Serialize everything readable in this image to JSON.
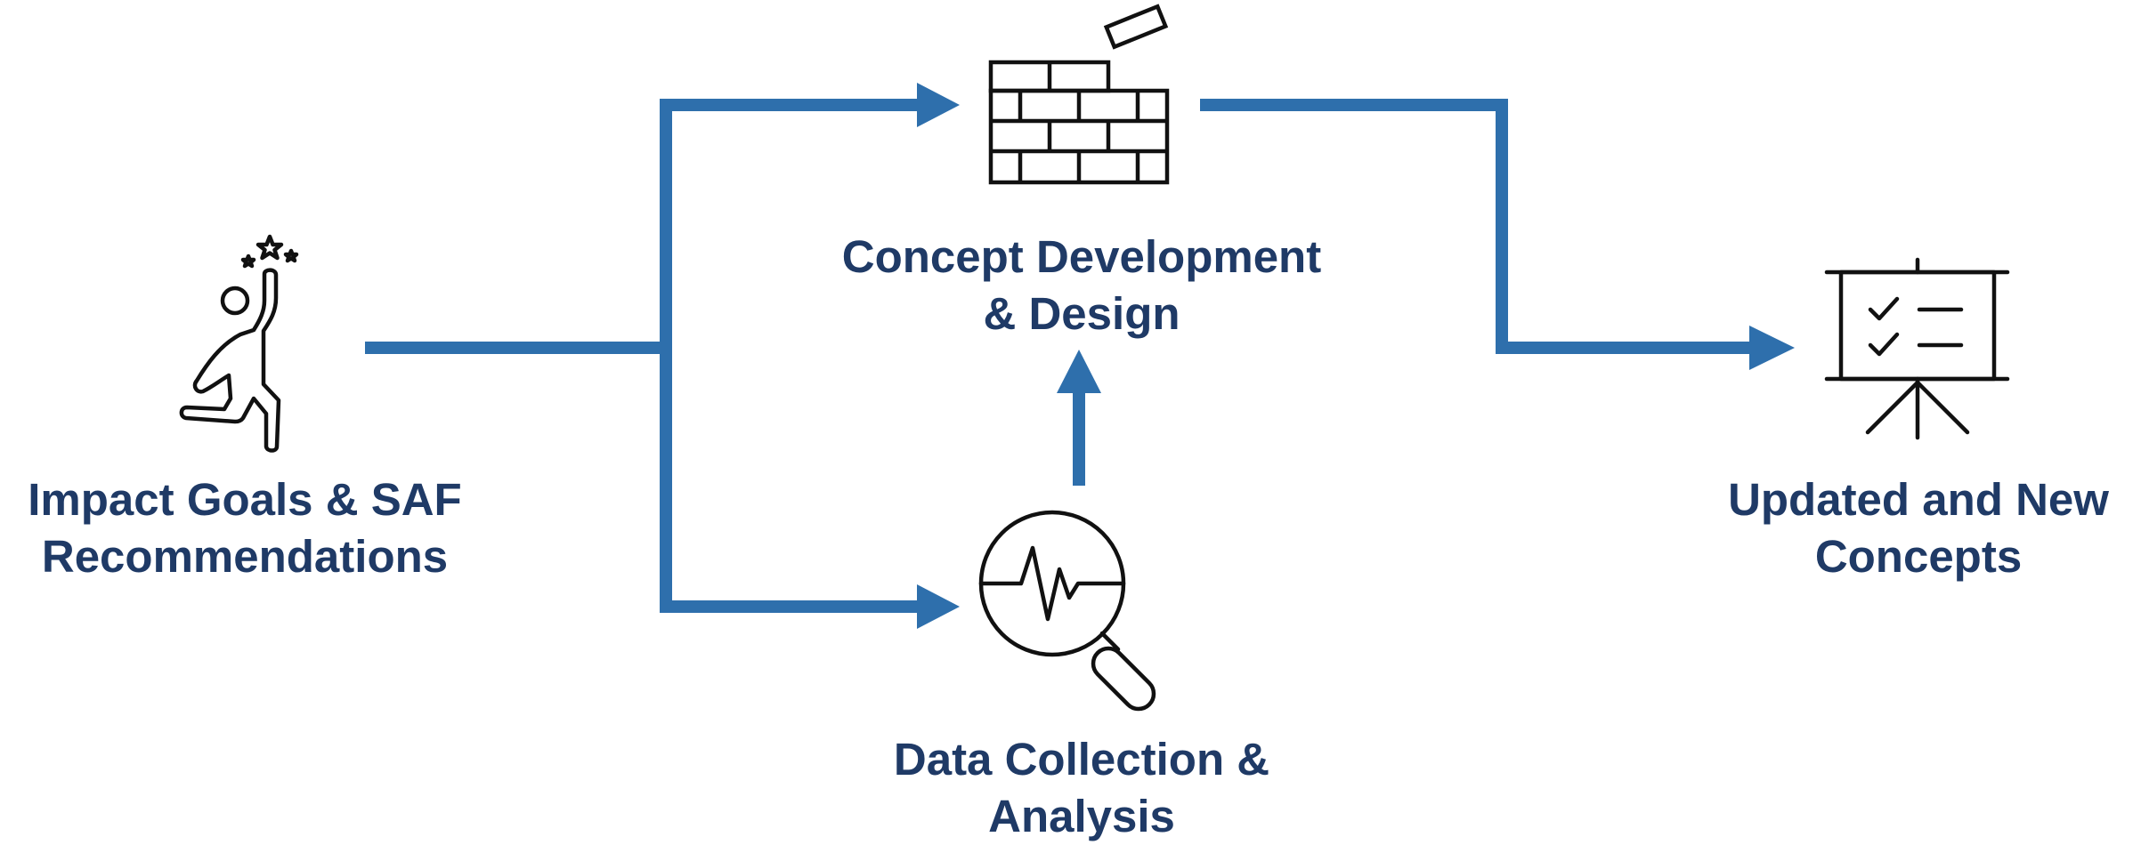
{
  "colors": {
    "arrow": "#2e6fac",
    "label_text": "#1f3a66",
    "icon_stroke": "#111111",
    "background": "#ffffff"
  },
  "nodes": {
    "impact_goals": {
      "icon": "person-reaching-stars-icon",
      "label_line1": "Impact Goals & SAF",
      "label_line2": "Recommendations"
    },
    "concept_development": {
      "icon": "brick-wall-icon",
      "label_line1": "Concept Development",
      "label_line2": "& Design"
    },
    "data_collection": {
      "icon": "magnifier-pulse-icon",
      "label_line1": "Data Collection &",
      "label_line2": "Analysis"
    },
    "updated_concepts": {
      "icon": "presentation-checklist-icon",
      "label_line1": "Updated and New",
      "label_line2": "Concepts"
    }
  },
  "edges": [
    {
      "from": "impact_goals",
      "to": "concept_development"
    },
    {
      "from": "impact_goals",
      "to": "data_collection"
    },
    {
      "from": "data_collection",
      "to": "concept_development"
    },
    {
      "from": "concept_development",
      "to": "updated_concepts"
    }
  ]
}
